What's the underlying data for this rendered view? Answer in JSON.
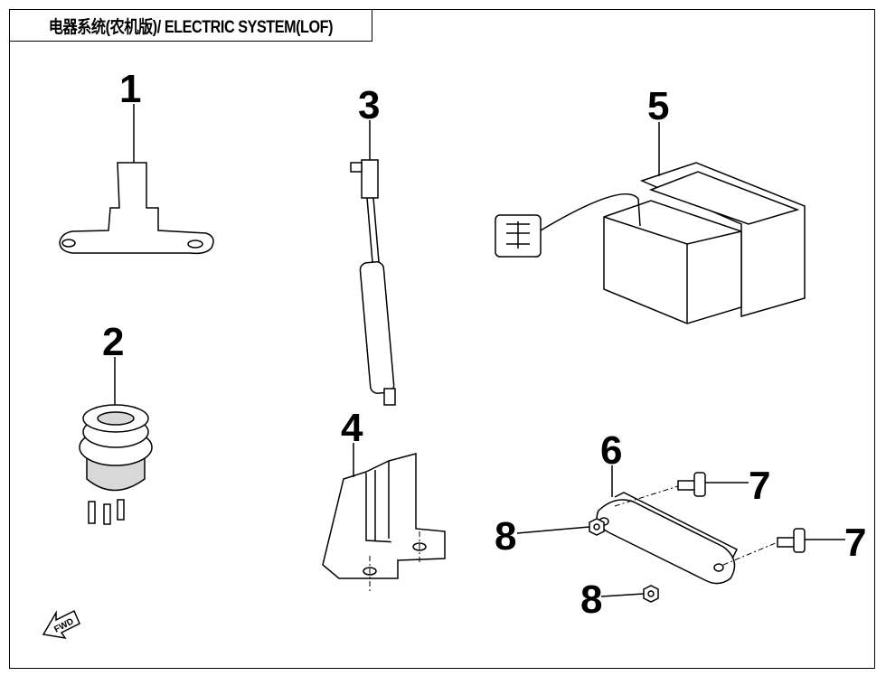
{
  "title": "电器系统(农机版)/ ELECTRIC SYSTEM(LOF)",
  "callouts": [
    "1",
    "2",
    "3",
    "4",
    "5",
    "6",
    "7",
    "7",
    "8",
    "8"
  ],
  "fwd_label": "FWD"
}
